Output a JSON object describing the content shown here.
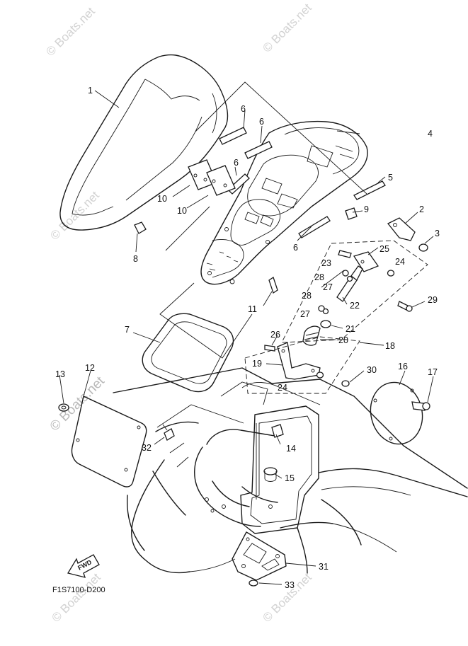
{
  "diagram_code": "F1S7100-D200",
  "watermark": "© Boats.net",
  "fwd_label": "FWD",
  "callouts": {
    "c1": "1",
    "c2": "2",
    "c3": "3",
    "c4": "4",
    "c5": "5",
    "c6a": "6",
    "c6b": "6",
    "c6c": "6",
    "c6d": "6",
    "c7": "7",
    "c8": "8",
    "c9": "9",
    "c10a": "10",
    "c10b": "10",
    "c11": "11",
    "c12": "12",
    "c13": "13",
    "c14": "14",
    "c15": "15",
    "c16": "16",
    "c17": "17",
    "c18": "18",
    "c19": "19",
    "c20": "20",
    "c21": "21",
    "c22": "22",
    "c23": "23",
    "c24a": "24",
    "c24b": "24",
    "c25": "25",
    "c26": "26",
    "c27a": "27",
    "c27b": "27",
    "c28a": "28",
    "c28b": "28",
    "c29": "29",
    "c30": "30",
    "c31": "31",
    "c32": "32",
    "c33": "33"
  },
  "colors": {
    "line": "#1a1a1a",
    "watermark": "#d2d2d2",
    "background": "#ffffff"
  }
}
